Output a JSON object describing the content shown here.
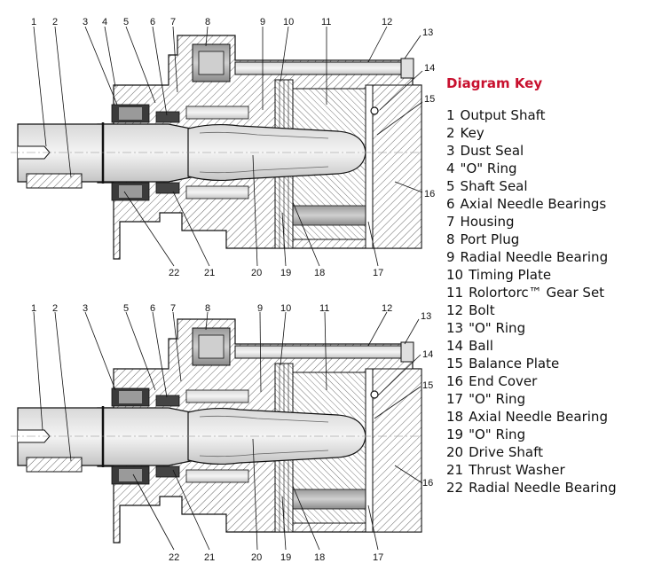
{
  "key": {
    "title": "Diagram Key",
    "items": [
      {
        "num": "1",
        "label": "Output Shaft"
      },
      {
        "num": "2",
        "label": "Key"
      },
      {
        "num": "3",
        "label": "Dust Seal"
      },
      {
        "num": "4",
        "label": "\"O\" Ring"
      },
      {
        "num": "5",
        "label": "Shaft Seal"
      },
      {
        "num": "6",
        "label": "Axial Needle Bearings"
      },
      {
        "num": "7",
        "label": "Housing"
      },
      {
        "num": "8",
        "label": "Port Plug"
      },
      {
        "num": "9",
        "label": "Radial Needle Bearing"
      },
      {
        "num": "10",
        "label": "Timing Plate"
      },
      {
        "num": "11",
        "label": "Rolortorc™ Gear Set"
      },
      {
        "num": "12",
        "label": "Bolt"
      },
      {
        "num": "13",
        "label": "\"O\" Ring"
      },
      {
        "num": "14",
        "label": "Ball"
      },
      {
        "num": "15",
        "label": "Balance Plate"
      },
      {
        "num": "16",
        "label": "End Cover"
      },
      {
        "num": "17",
        "label": "\"O\" Ring"
      },
      {
        "num": "18",
        "label": "Axial Needle Bearing"
      },
      {
        "num": "19",
        "label": "\"O\" Ring"
      },
      {
        "num": "20",
        "label": "Drive Shaft"
      },
      {
        "num": "21",
        "label": "Thrust Washer"
      },
      {
        "num": "22",
        "label": "Radial Needle Bearing"
      }
    ]
  },
  "top_view": {
    "top_callouts": [
      "1",
      "2",
      "3",
      "4",
      "5",
      "6",
      "7",
      "8",
      "9",
      "10",
      "11",
      "12",
      "13"
    ],
    "right_callouts": [
      "14",
      "15",
      "16"
    ],
    "bottom_callouts": [
      "22",
      "21",
      "20",
      "19",
      "18",
      "17"
    ]
  },
  "bottom_view": {
    "top_callouts": [
      "1",
      "2",
      "3",
      "5",
      "6",
      "7",
      "8",
      "9",
      "10",
      "11",
      "12",
      "13"
    ],
    "right_callouts": [
      "14",
      "15",
      "16"
    ],
    "bottom_callouts": [
      "22",
      "21",
      "20",
      "19",
      "18",
      "17"
    ]
  },
  "colors": {
    "title": "#c8102e",
    "line": "#111111",
    "hatch": "#555555"
  }
}
